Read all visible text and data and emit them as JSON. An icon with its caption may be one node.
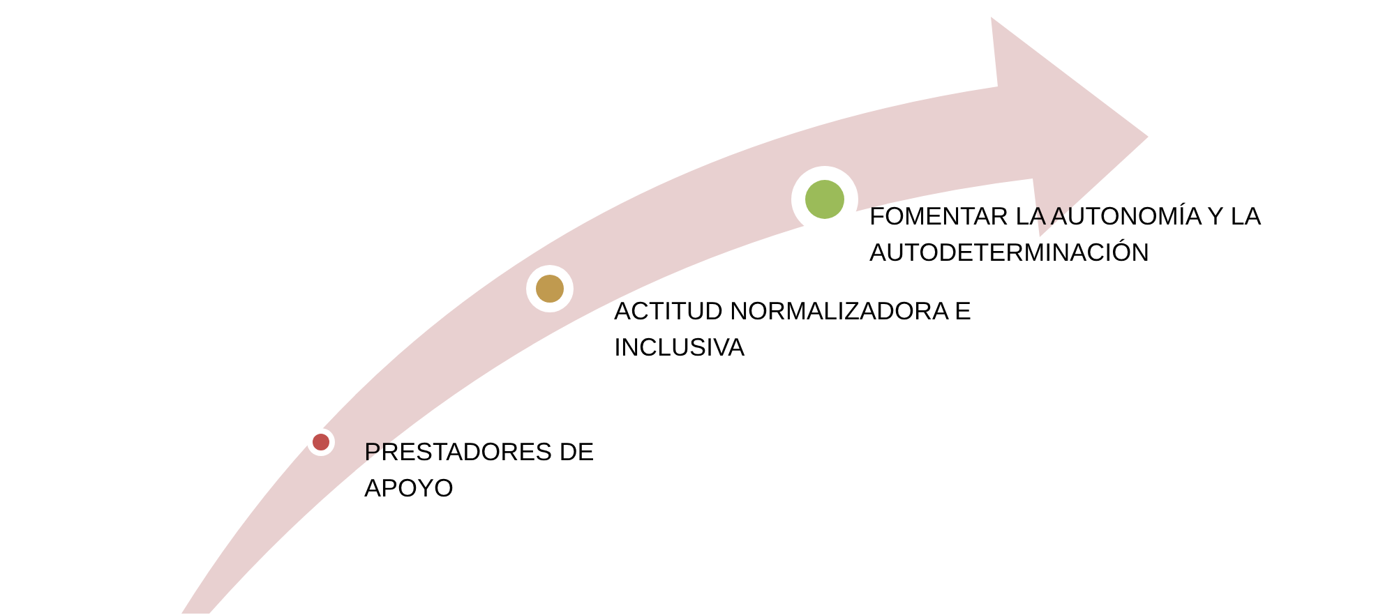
{
  "diagram": {
    "nodes": [
      {
        "text": [
          "PRESTADORES DE APOYO"
        ]
      },
      {
        "text": [
          "ACTITUD NORMALIZADORA E INCLUSIVA"
        ]
      },
      {
        "text": [
          "FOMENTAR LA AUTONOMÍA Y LA AUTODETERMINACIÓN"
        ]
      }
    ]
  }
}
